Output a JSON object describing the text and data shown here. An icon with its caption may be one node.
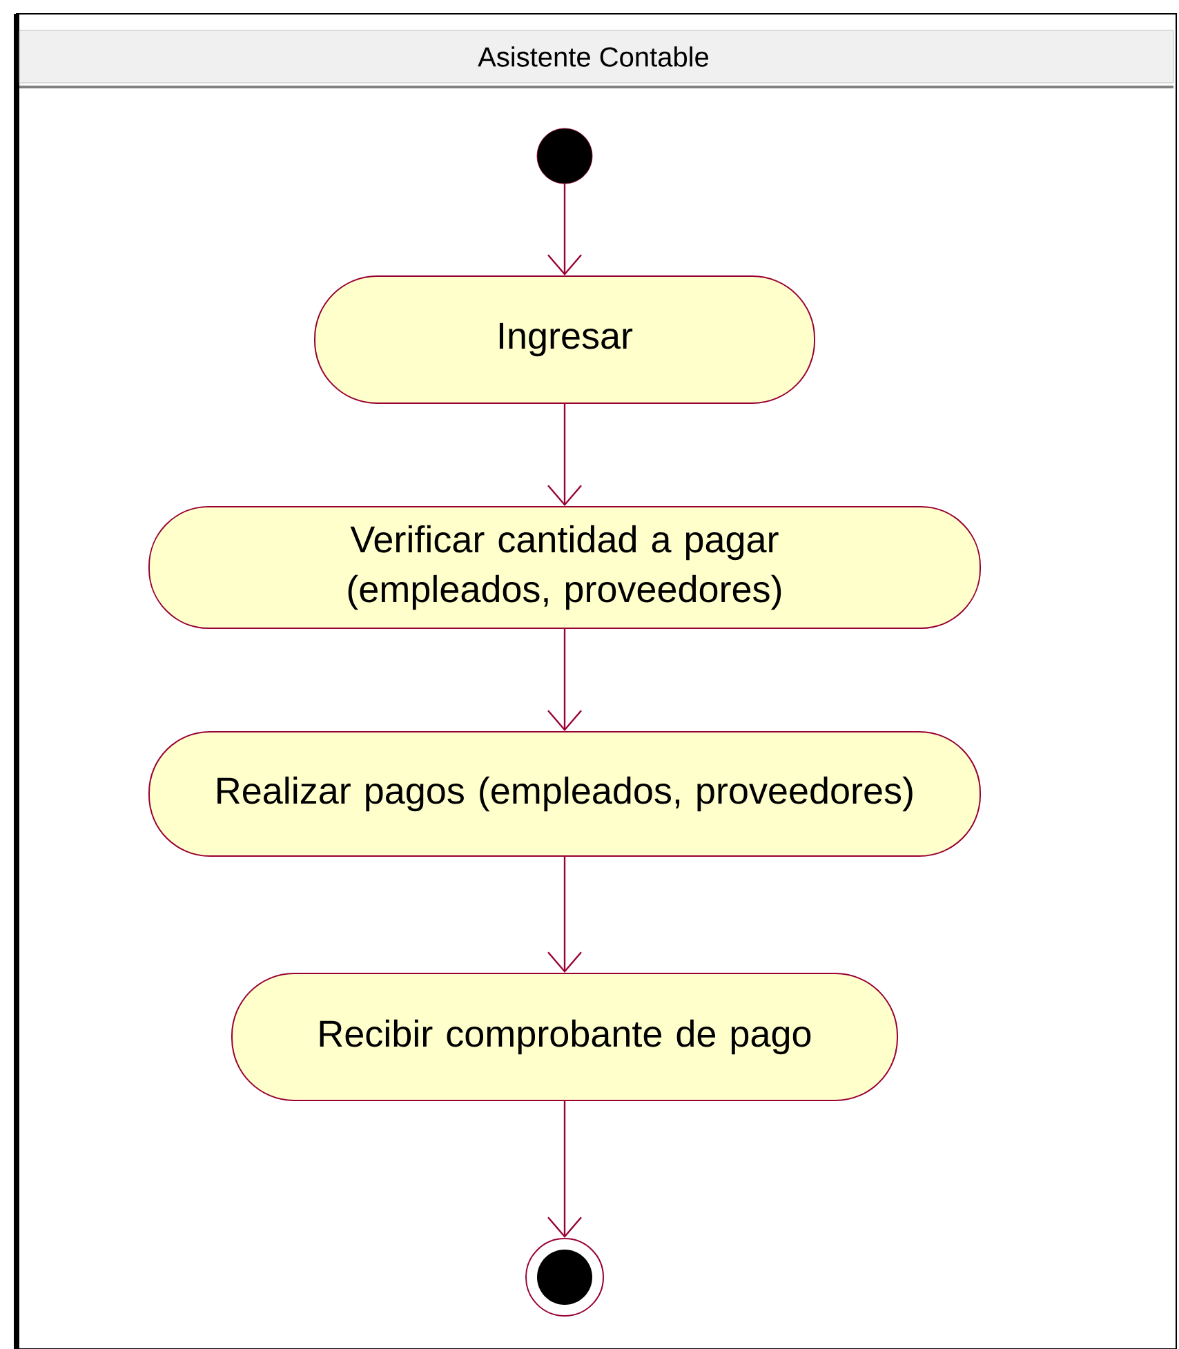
{
  "diagram": {
    "nodes": [
      {
        "text": [
          "Asistente Contable"
        ]
      },
      {
        "text": [],
        "shape": "circle",
        "in": 0
      },
      {
        "text": [
          "Ingresar"
        ],
        "in": 0
      },
      {
        "text": [
          "Verificar cantidad a pagar (empleados, proveedores)"
        ],
        "in": 0
      },
      {
        "text": [
          "Realizar pagos (empleados, proveedores)"
        ],
        "in": 0
      },
      {
        "text": [
          "Recibir comprobante de pago"
        ],
        "in": 0
      },
      {
        "text": [],
        "shape": "bullseye",
        "in": 0
      }
    ],
    "edges": [
      {
        "from": 1,
        "to": 2,
        "arrow": "to"
      },
      {
        "from": 2,
        "to": 3,
        "arrow": "to"
      },
      {
        "from": 3,
        "to": 4,
        "arrow": "to"
      },
      {
        "from": 4,
        "to": 5,
        "arrow": "to"
      },
      {
        "from": 5,
        "to": 6,
        "arrow": "to"
      }
    ]
  }
}
